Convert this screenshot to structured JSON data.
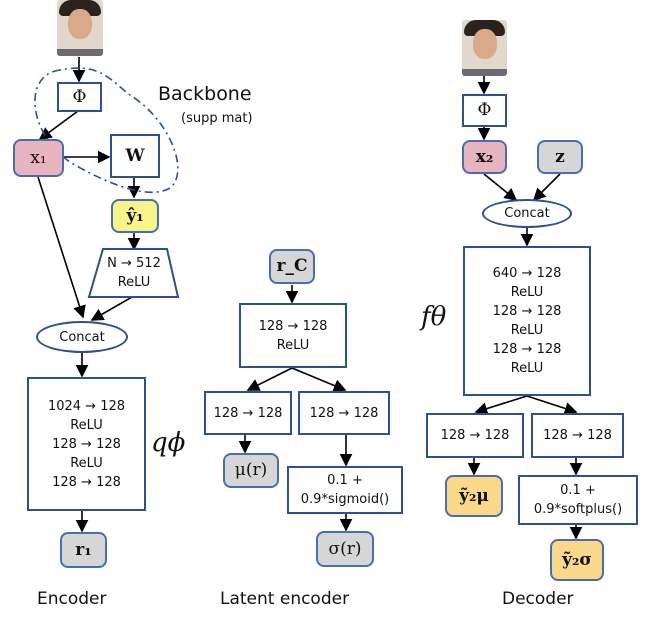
{
  "encoder": {
    "phi": "Φ",
    "x1": "x₁",
    "w": "W",
    "y1_hat": "ŷ₁",
    "backbone_label": "Backbone",
    "backbone_note": "(supp mat)",
    "n512": [
      "N → 512",
      "ReLU"
    ],
    "concat": "Concat",
    "q_phi_block": [
      "1024 → 128",
      "ReLU",
      "128 → 128",
      "ReLU",
      "128 → 128"
    ],
    "q_phi_label": "qϕ",
    "r1": "r₁",
    "caption": "Encoder"
  },
  "latent": {
    "rc": "r_C",
    "block": [
      "128 → 128",
      "ReLU"
    ],
    "left": "128 → 128",
    "right": "128 → 128",
    "mu": "μ(r)",
    "sig_block": [
      "0.1 +",
      "0.9*sigmoid()"
    ],
    "sigma": "σ(r)",
    "caption": "Latent encoder"
  },
  "decoder": {
    "phi": "Φ",
    "x2": "x₂",
    "z": "z",
    "concat": "Concat",
    "f_block": [
      "640 → 128",
      "ReLU",
      "128 → 128",
      "ReLU",
      "128 → 128",
      "ReLU"
    ],
    "f_label": "fθ",
    "left": "128 → 128",
    "right": "128 → 128",
    "y_mu": "ỹ₂μ",
    "softplus": [
      "0.1 +",
      "0.9*softplus()"
    ],
    "y_sigma": "ỹ₂σ",
    "caption": "Decoder"
  },
  "colors": {
    "border": "#2f4f8f",
    "pink": "#e8b4bd",
    "gray": "#d6d6d6",
    "yellow": "#f7f58a",
    "orange": "#fad88a"
  },
  "icons": [
    "person-photo-encoder",
    "person-photo-decoder"
  ]
}
